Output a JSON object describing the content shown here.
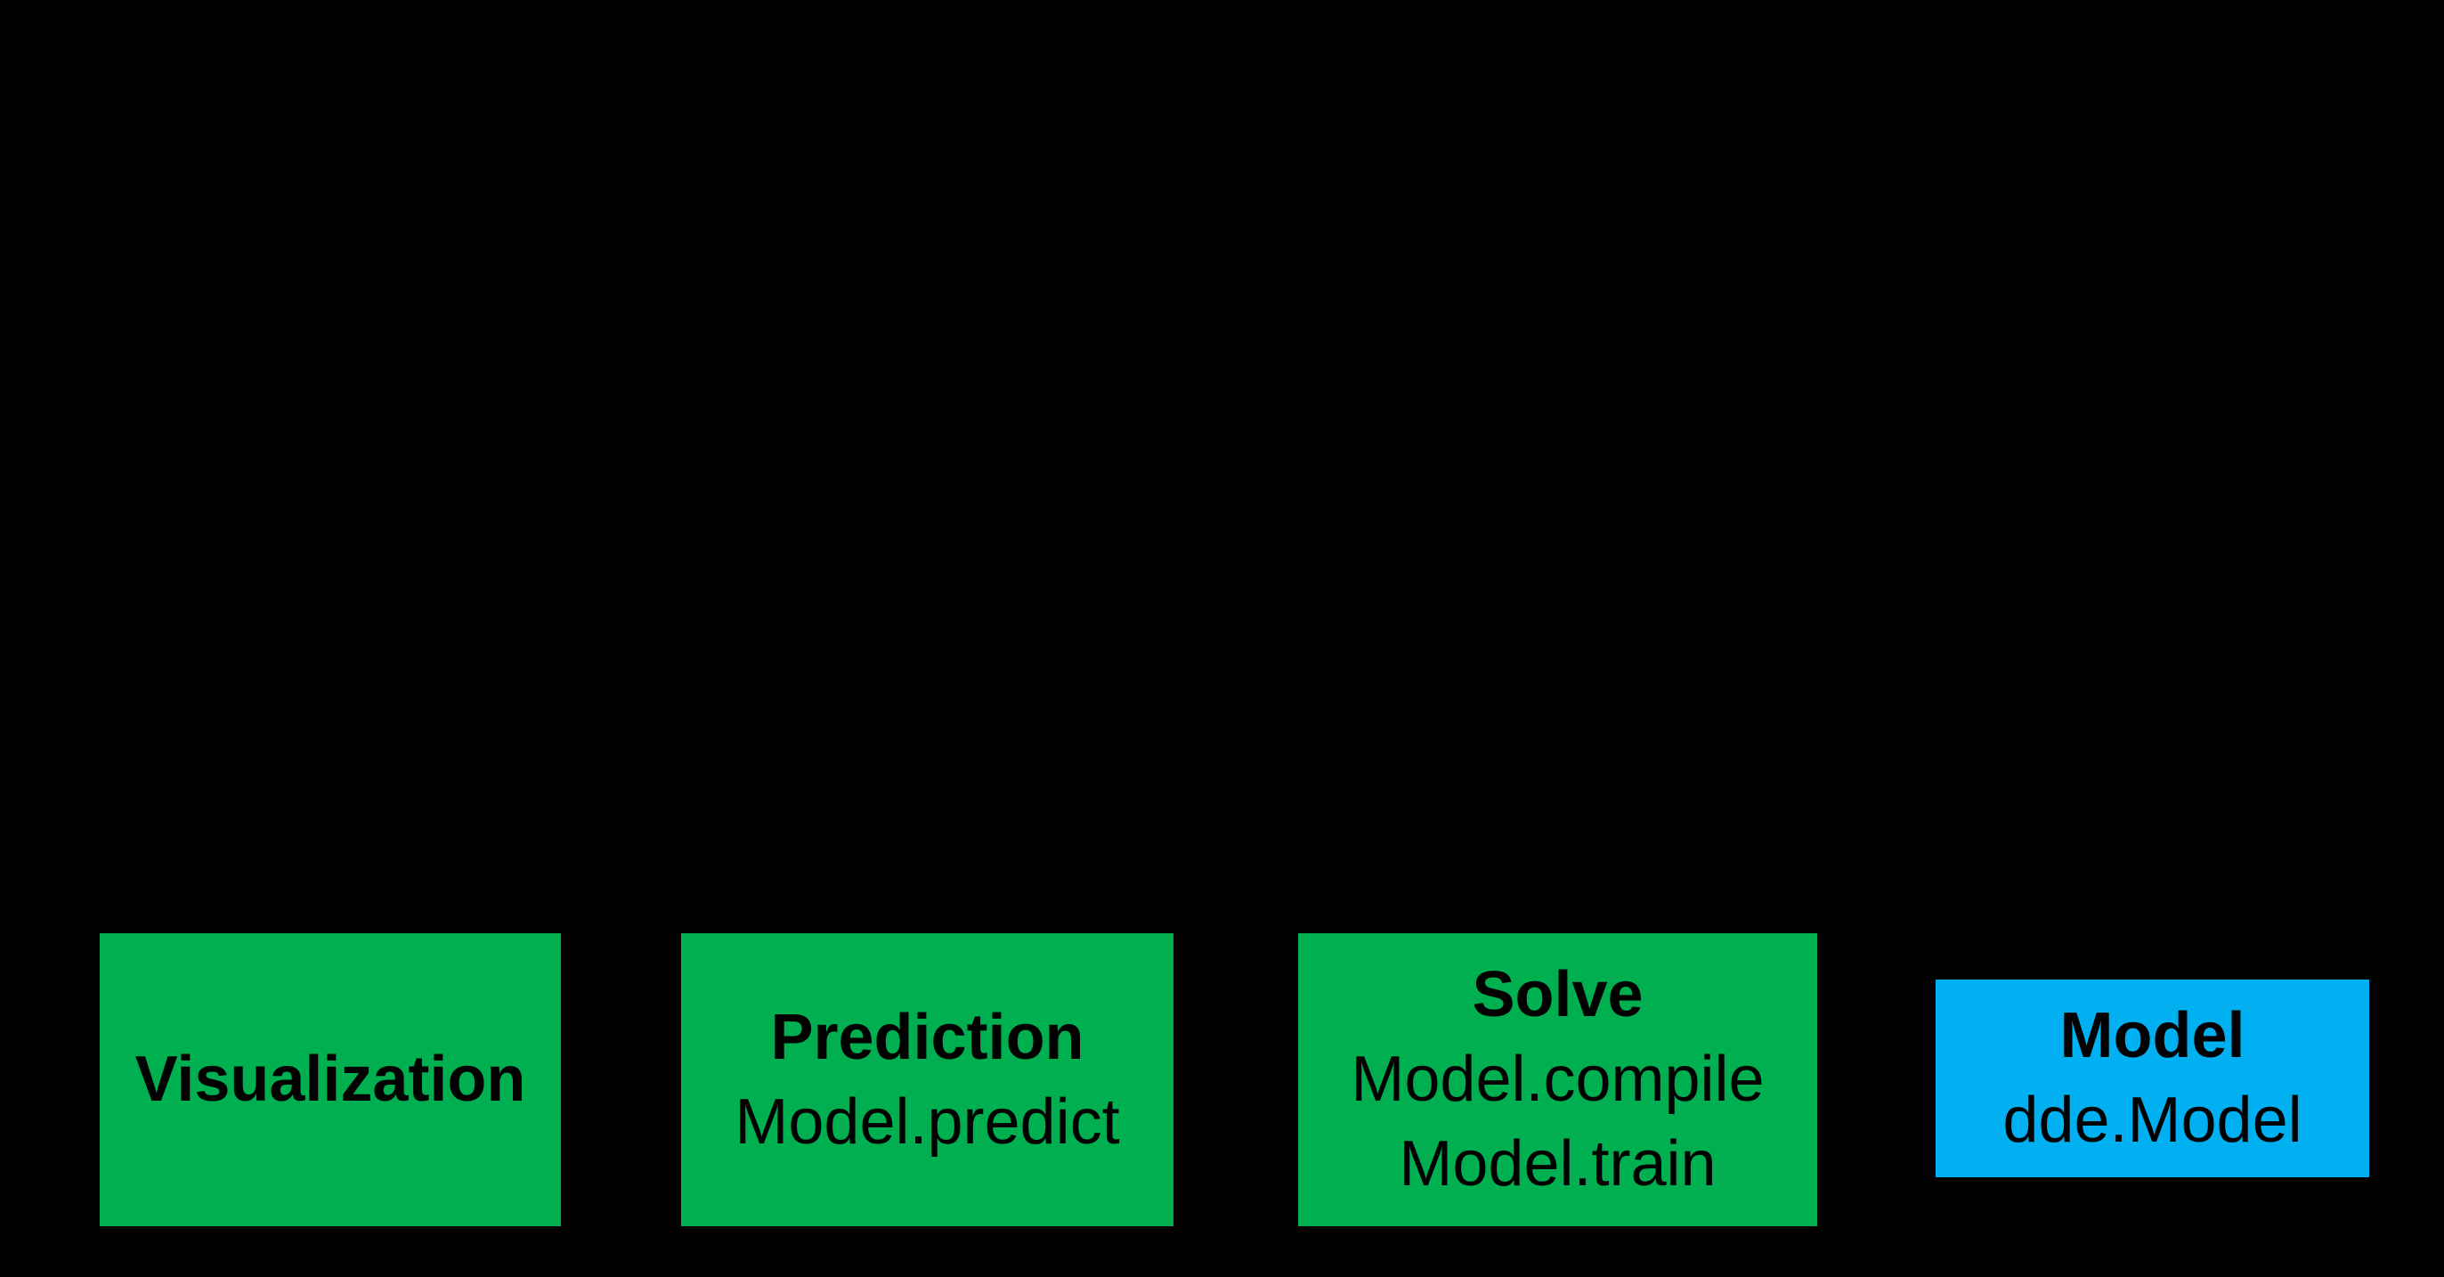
{
  "diagram": {
    "background_color": "#000000",
    "text_color": "#000000",
    "colors": {
      "green_box": "#00B050",
      "blue_box": "#00B0F0"
    },
    "boxes": [
      {
        "id": "visualization",
        "title": "Visualization",
        "lines": [],
        "fill": "#00B050"
      },
      {
        "id": "prediction",
        "title": "Prediction",
        "lines": [
          "Model.predict"
        ],
        "fill": "#00B050"
      },
      {
        "id": "solve",
        "title": "Solve",
        "lines": [
          "Model.compile",
          "Model.train"
        ],
        "fill": "#00B050"
      },
      {
        "id": "model",
        "title": "Model",
        "lines": [
          "dde.Model"
        ],
        "fill": "#00B0F0"
      }
    ]
  }
}
